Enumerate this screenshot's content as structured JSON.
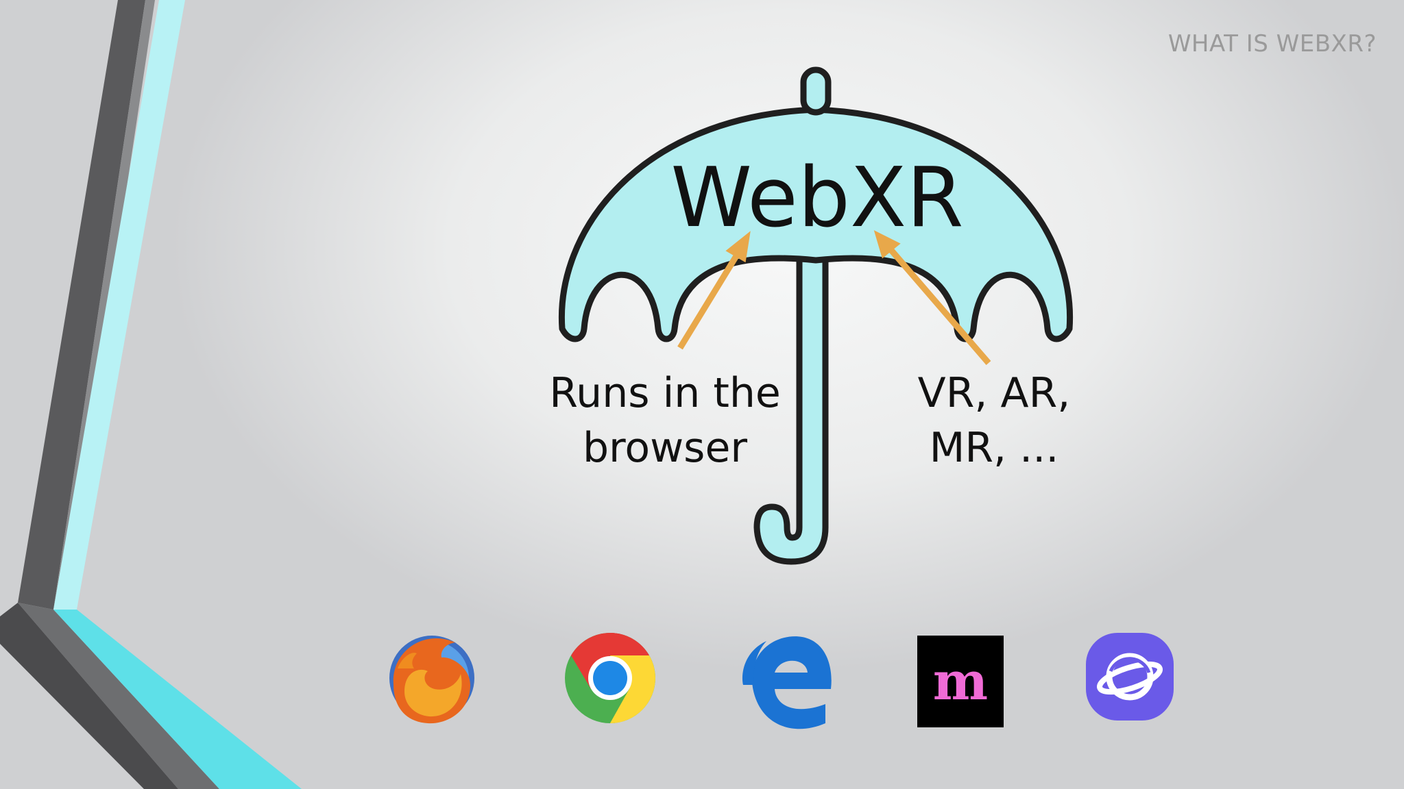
{
  "slide": {
    "title": "WHAT IS WEBXR?"
  },
  "umbrella": {
    "name": "WebXR",
    "fill_color": "#b3eef0",
    "outline_color": "#1f1f1f",
    "arrow_color": "#e8a84a"
  },
  "labels": {
    "left_line1": "Runs in the",
    "left_line2": "browser",
    "right_line1": "VR, AR,",
    "right_line2": "MR, ..."
  },
  "browsers": [
    {
      "icon": "firefox-icon"
    },
    {
      "icon": "chrome-icon"
    },
    {
      "icon": "edge-icon"
    },
    {
      "icon": "supermedium-icon",
      "text": "m"
    },
    {
      "icon": "samsung-internet-icon"
    }
  ],
  "colors": {
    "accent_cyan": "#5ee0e8",
    "accent_light": "#b8f2f5",
    "bar_dark": "#5a5a5c",
    "bar_gray": "#8a8b8d"
  }
}
